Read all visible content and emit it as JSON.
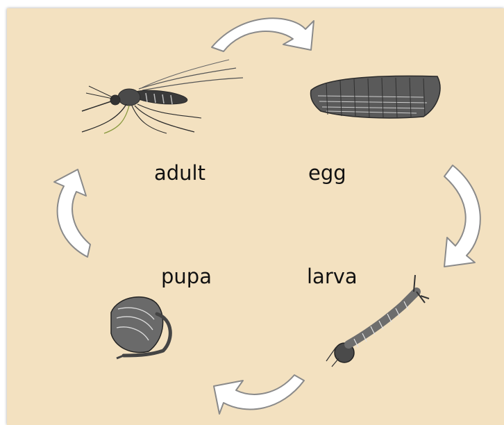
{
  "diagram": {
    "stages": [
      {
        "id": "adult",
        "label": "adult",
        "illustration": "mosquito-adult"
      },
      {
        "id": "egg",
        "label": "egg",
        "illustration": "egg-raft"
      },
      {
        "id": "larva",
        "label": "larva",
        "illustration": "mosquito-larva"
      },
      {
        "id": "pupa",
        "label": "pupa",
        "illustration": "mosquito-pupa"
      }
    ],
    "cycle_direction": "clockwise",
    "arrow_style": "white curved arrows with grey outline",
    "colors": {
      "background": "#f3e1c0",
      "frame_outer": "#ffffff",
      "arrow_fill": "#ffffff",
      "arrow_stroke": "#8a8a8a",
      "text": "#111111"
    }
  }
}
